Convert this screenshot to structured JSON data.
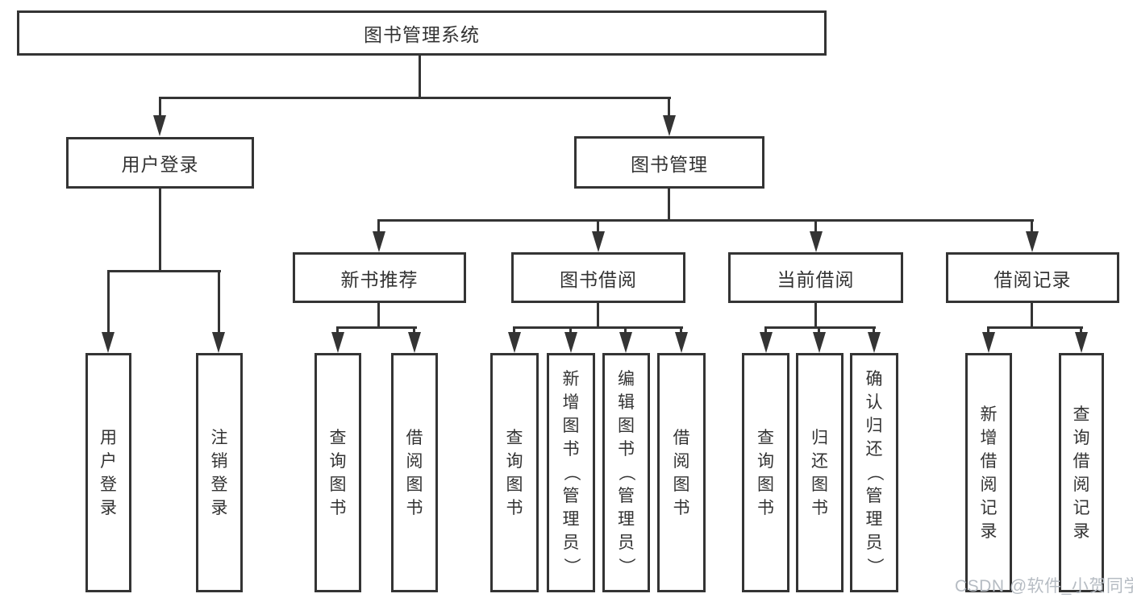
{
  "watermark": "CSDN @软件_小贺同学",
  "colors": {
    "line": "#343434",
    "text": "#333333",
    "background": "#ffffff",
    "watermark": "#b6bcc3"
  },
  "tree": {
    "label": "图书管理系统",
    "children": [
      {
        "label": "用户登录",
        "children": [
          {
            "label": "用户登录"
          },
          {
            "label": "注销登录"
          }
        ]
      },
      {
        "label": "图书管理",
        "children": [
          {
            "label": "新书推荐",
            "children": [
              {
                "label": "查询图书"
              },
              {
                "label": "借阅图书"
              }
            ]
          },
          {
            "label": "图书借阅",
            "children": [
              {
                "label": "查询图书"
              },
              {
                "label": "新增图书（管理员）"
              },
              {
                "label": "编辑图书（管理员）"
              },
              {
                "label": "借阅图书"
              }
            ]
          },
          {
            "label": "当前借阅",
            "children": [
              {
                "label": "查询图书"
              },
              {
                "label": "归还图书"
              },
              {
                "label": "确认归还（管理员）"
              }
            ]
          },
          {
            "label": "借阅记录",
            "children": [
              {
                "label": "新增借阅记录"
              },
              {
                "label": "查询借阅记录"
              }
            ]
          }
        ]
      }
    ]
  }
}
